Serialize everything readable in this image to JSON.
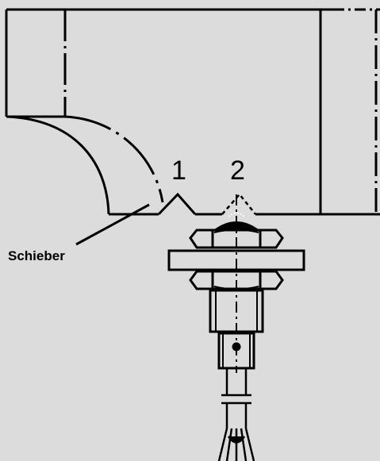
{
  "labels": {
    "position_1": "1",
    "position_2": "2",
    "slider": "Schieber"
  }
}
